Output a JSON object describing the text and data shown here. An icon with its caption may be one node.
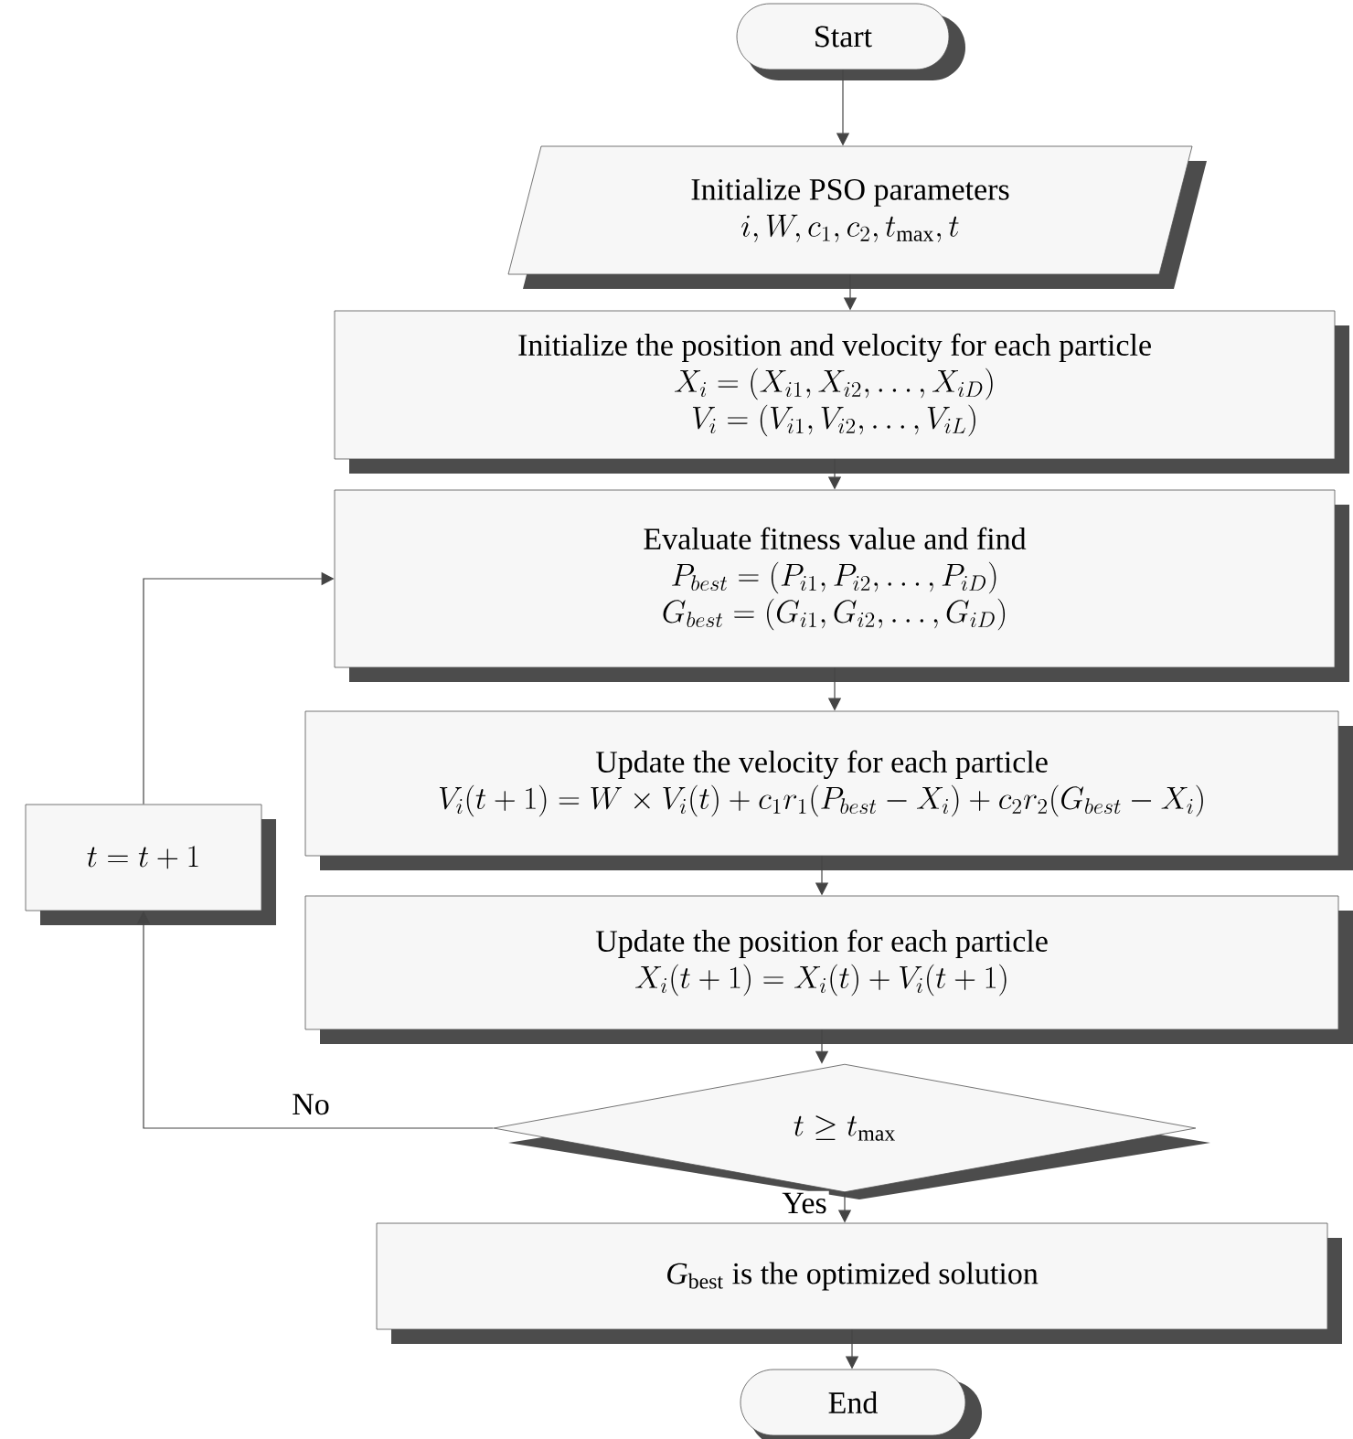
{
  "diagram": {
    "nodes": [
      {
        "text": [
          "Start"
        ]
      },
      {
        "text": [
          "Initialize PSO parameters",
          "i, W, c_1, c_2, t_{\\max}, t"
        ]
      },
      {
        "text": [
          "Initialize the position and velocity for each particle",
          "X_i = (X_{i1}, X_{i2}, \\ldots, X_{iD})",
          "V_i = (V_{i1}, V_{i2}, \\ldots, V_{iL})"
        ]
      },
      {
        "text": [
          "Evaluate fitness value and find",
          "P_{best} = (P_{i1}, P_{i2}, \\ldots, P_{iD})",
          "G_{best} = (G_{i1}, G_{i2}, \\ldots, G_{iD})"
        ]
      },
      {
        "text": [
          "Update the velocity for each particle",
          "V_i(t+1) = W \\times V_i(t) + c_1 r_1 (P_{best} - X_i) + c_2 r_2 (G_{best} - X_i)"
        ]
      },
      {
        "text": [
          "Update the position for each particle",
          "X_i(t+1) = X_i(t) + V_i(t+1)"
        ]
      },
      {
        "text": [
          "t \\geq t_{\\max}"
        ]
      },
      {
        "text": [
          "*G*$_{best}$ is the optimized solution"
        ]
      },
      {
        "text": [
          "End"
        ]
      },
      {
        "text": [
          "t = t + 1"
        ]
      }
    ],
    "edges": [
      {
        "from": 0,
        "to": 1,
        "arrow": "to"
      },
      {
        "from": 1,
        "to": 2,
        "arrow": "to"
      },
      {
        "from": 2,
        "to": 3,
        "arrow": "to"
      },
      {
        "from": 3,
        "to": 4,
        "arrow": "to"
      },
      {
        "from": 4,
        "to": 5,
        "arrow": "to"
      },
      {
        "from": 5,
        "to": 6,
        "arrow": "to"
      },
      {
        "from": 6,
        "to": 7,
        "label": "Yes",
        "arrow": "to"
      },
      {
        "from": 7,
        "to": 8,
        "arrow": "to"
      },
      {
        "from": 6,
        "to": 9,
        "label": "No",
        "arrow": "to"
      },
      {
        "from": 9,
        "to": 3,
        "arrow": "to"
      }
    ]
  }
}
